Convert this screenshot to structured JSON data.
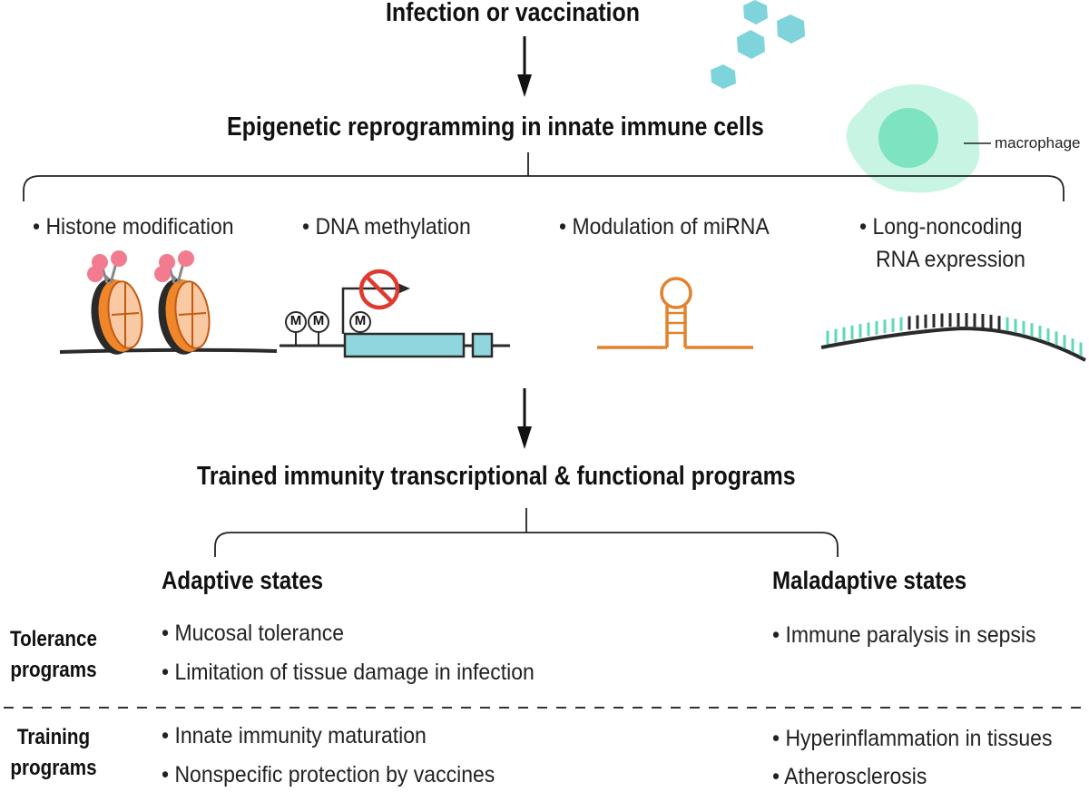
{
  "top_title": "Infection or vaccination",
  "epigenetic_title": "Epigenetic reprogramming in innate immune cells",
  "macrophage_label": "macrophage",
  "mechanisms": [
    {
      "bullet": "• Histone modification"
    },
    {
      "bullet": "• DNA methylation"
    },
    {
      "bullet": "• Modulation of miRNA"
    },
    {
      "bullet": "• Long-noncoding",
      "line2": "RNA expression"
    }
  ],
  "methyl_mark": "M",
  "programs_title": "Trained immunity transcriptional & functional programs",
  "states": {
    "adaptive": "Adaptive states",
    "maladaptive": "Maladaptive states"
  },
  "rows": [
    {
      "label_line1": "Tolerance",
      "label_line2": "programs",
      "adaptive": [
        "• Mucosal tolerance",
        "• Limitation of tissue damage in infection"
      ],
      "maladaptive": [
        "• Immune paralysis in sepsis"
      ]
    },
    {
      "label_line1": "Training",
      "label_line2": "programs",
      "adaptive": [
        "• Innate immunity maturation",
        "• Nonspecific protection by vaccines"
      ],
      "maladaptive": [
        "• Hyperinflammation in tissues",
        "• Atherosclerosis"
      ]
    }
  ],
  "colors": {
    "virus": "#7fd4dc",
    "macrophage_body": "#c8f5e3",
    "macrophage_nucleus": "#7de3c1",
    "histone_orange": "#f0862a",
    "histone_light": "#f9c9a4",
    "histone_tail_ball": "#f27b8f",
    "gene_box": "#8fd6de",
    "no_sign": "#e03a2f",
    "mirna": "#e2822c",
    "lncrna_teal": "#5ed9b5"
  }
}
